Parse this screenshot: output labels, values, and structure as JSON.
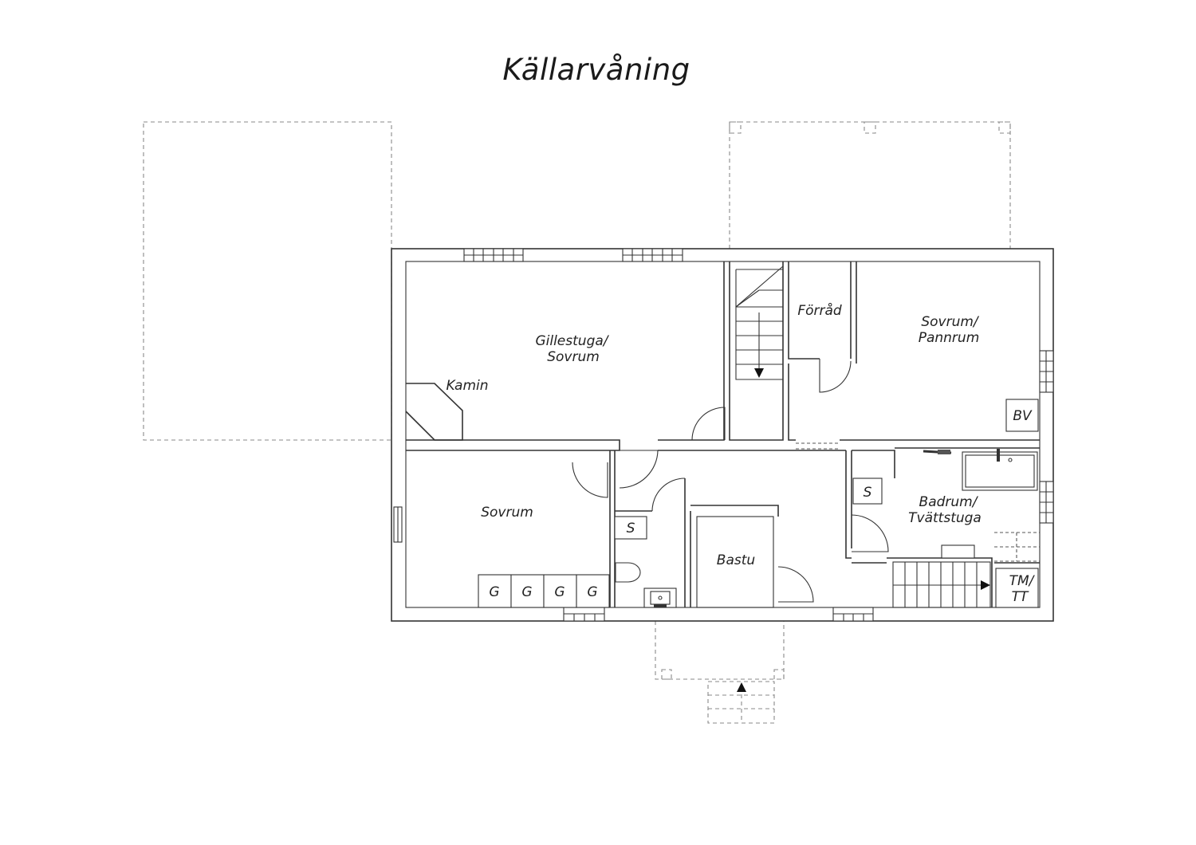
{
  "title": "Källarvåning",
  "rooms": {
    "gillestuga_line1": "Gillestuga/",
    "gillestuga_line2": "Sovrum",
    "kamin": "Kamin",
    "forrad": "Förråd",
    "sovrum_pannrum_line1": "Sovrum/",
    "sovrum_pannrum_line2": "Pannrum",
    "bv": "BV",
    "sovrum": "Sovrum",
    "badrum_line1": "Badrum/",
    "badrum_line2": "Tvättstuga",
    "bastu": "Bastu",
    "s_wc": "S",
    "s_bath": "S",
    "tm_line1": "TM/",
    "tm_line2": "TT"
  },
  "wardrobes": [
    "G",
    "G",
    "G",
    "G"
  ]
}
